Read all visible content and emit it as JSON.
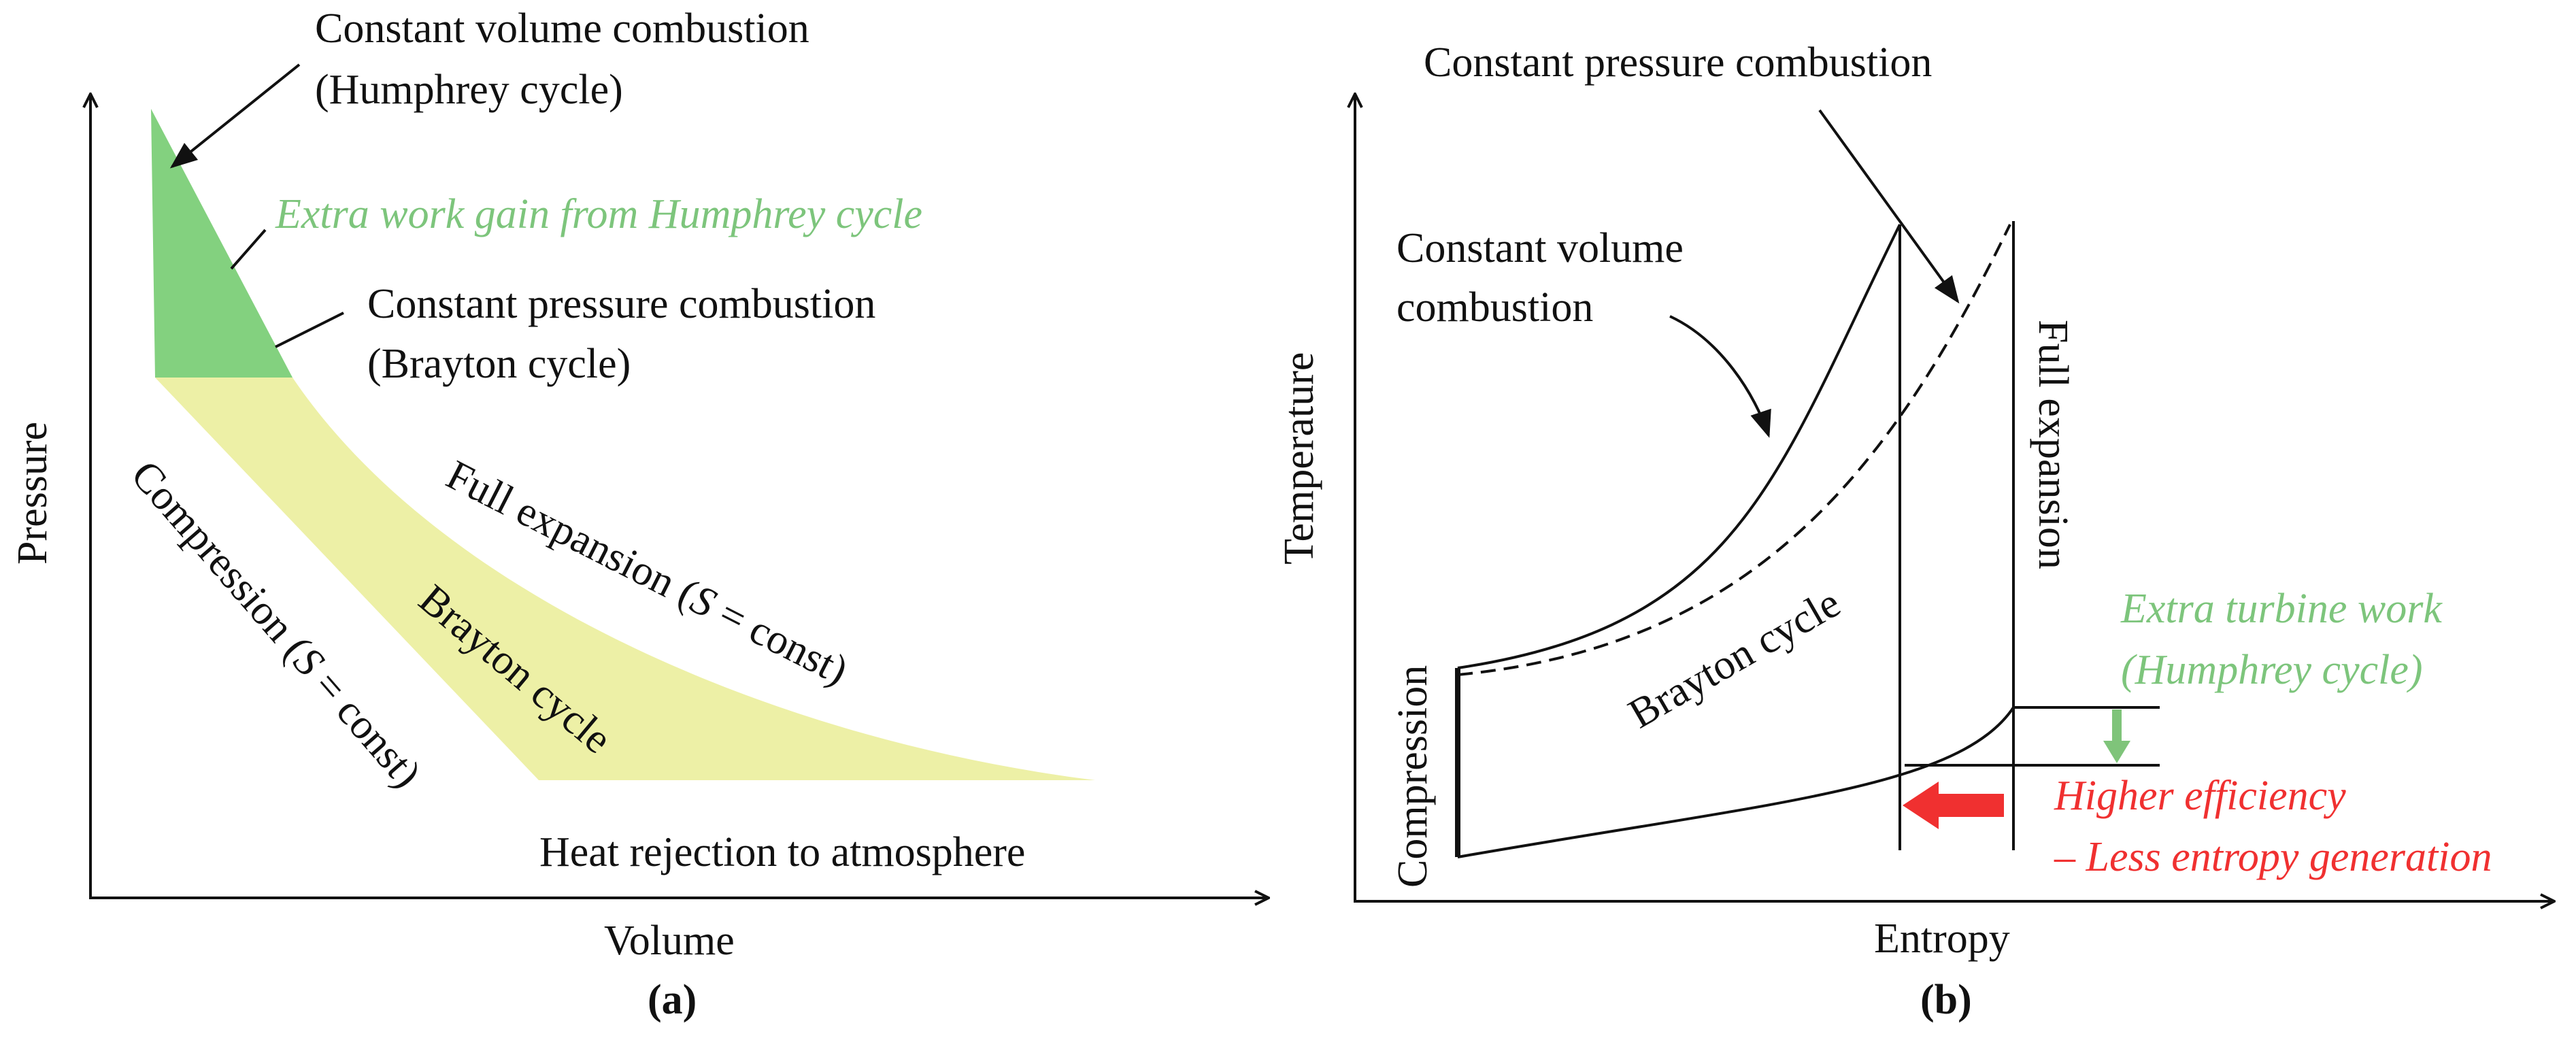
{
  "colors": {
    "humphrey_area": "#83d17f",
    "brayton_area": "#edf0a6",
    "green_text": "#7dc57c",
    "red_text": "#f03030",
    "red_arrow": "#f03030",
    "green_arrow": "#7fc47a",
    "line": "#111111"
  },
  "panel_a": {
    "caption": "(a)",
    "x_axis_label": "Volume",
    "y_axis_label": "Pressure",
    "callout_cv_line1": "Constant volume combustion",
    "callout_cv_line2": "(Humphrey cycle)",
    "callout_extra_work": "Extra work gain from Humphrey cycle",
    "callout_cp_line1": "Constant pressure combustion",
    "callout_cp_line2": "(Brayton cycle)",
    "full_expansion_prefix": "Full expansion (",
    "compression_prefix": "Compression (",
    "s_symbol": "S",
    "const_suffix": " = const)",
    "brayton_label": "Brayton cycle",
    "heat_rejection": "Heat rejection to atmosphere"
  },
  "panel_b": {
    "caption": "(b)",
    "x_axis_label": "Entropy",
    "y_axis_label": "Temperature",
    "callout_cp": "Constant pressure combustion",
    "callout_cv_line1": "Constant volume",
    "callout_cv_line2": "combustion",
    "brayton_label": "Brayton cycle",
    "compression_label": "Compression",
    "full_expansion_label": "Full expansion",
    "extra_turbine_line1": "Extra turbine work",
    "extra_turbine_line2": "(Humphrey cycle)",
    "higher_efficiency_line1": "Higher efficiency",
    "higher_efficiency_line2": "– Less entropy generation"
  }
}
